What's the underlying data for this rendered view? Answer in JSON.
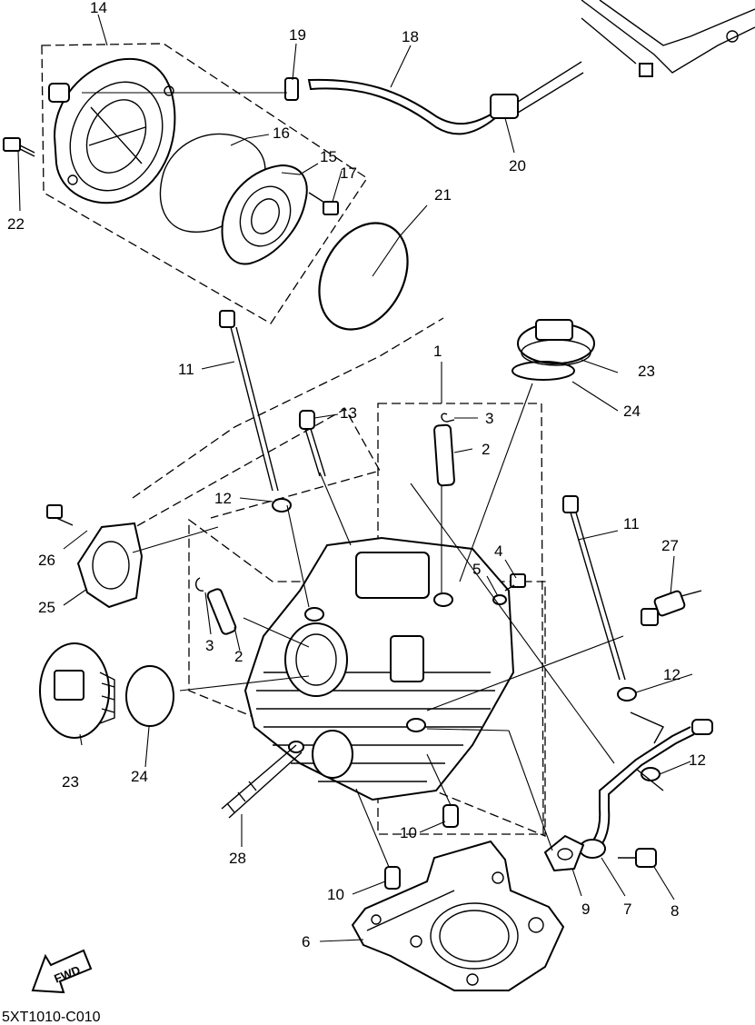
{
  "diagram_code": "5XT1010-C010",
  "fwd_label": "FWD",
  "callouts": {
    "c14": "14",
    "c19": "19",
    "c18": "18",
    "c16": "16",
    "c15": "15",
    "c17": "17",
    "c20": "20",
    "c21": "21",
    "c22": "22",
    "c11a": "11",
    "c11b": "11",
    "c1": "1",
    "c3a": "3",
    "c3b": "3",
    "c2a": "2",
    "c2b": "2",
    "c23a": "23",
    "c23b": "23",
    "c24a": "24",
    "c24b": "24",
    "c13": "13",
    "c12a": "12",
    "c12b": "12",
    "c12c": "12",
    "c26": "26",
    "c25": "25",
    "c4": "4",
    "c5": "5",
    "c27": "27",
    "c28": "28",
    "c10a": "10",
    "c10b": "10",
    "c6": "6",
    "c9": "9",
    "c7": "7",
    "c8": "8"
  }
}
